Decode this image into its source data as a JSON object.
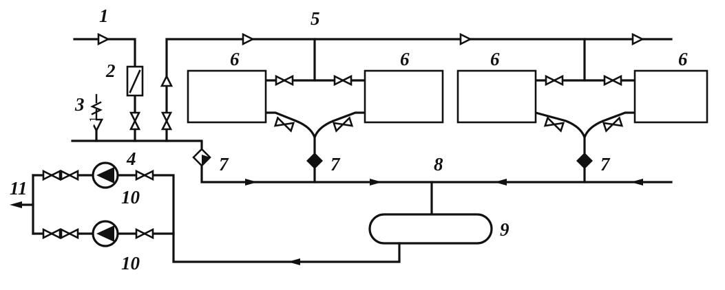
{
  "colors": {
    "ink": "#111111",
    "background": "#ffffff"
  },
  "labels": {
    "l1": "1",
    "l2": "2",
    "l3": "3",
    "l4": "4",
    "l5": "5",
    "l6": "6",
    "l7": "7",
    "l8": "8",
    "l9": "9",
    "l10": "10",
    "l11": "11"
  }
}
